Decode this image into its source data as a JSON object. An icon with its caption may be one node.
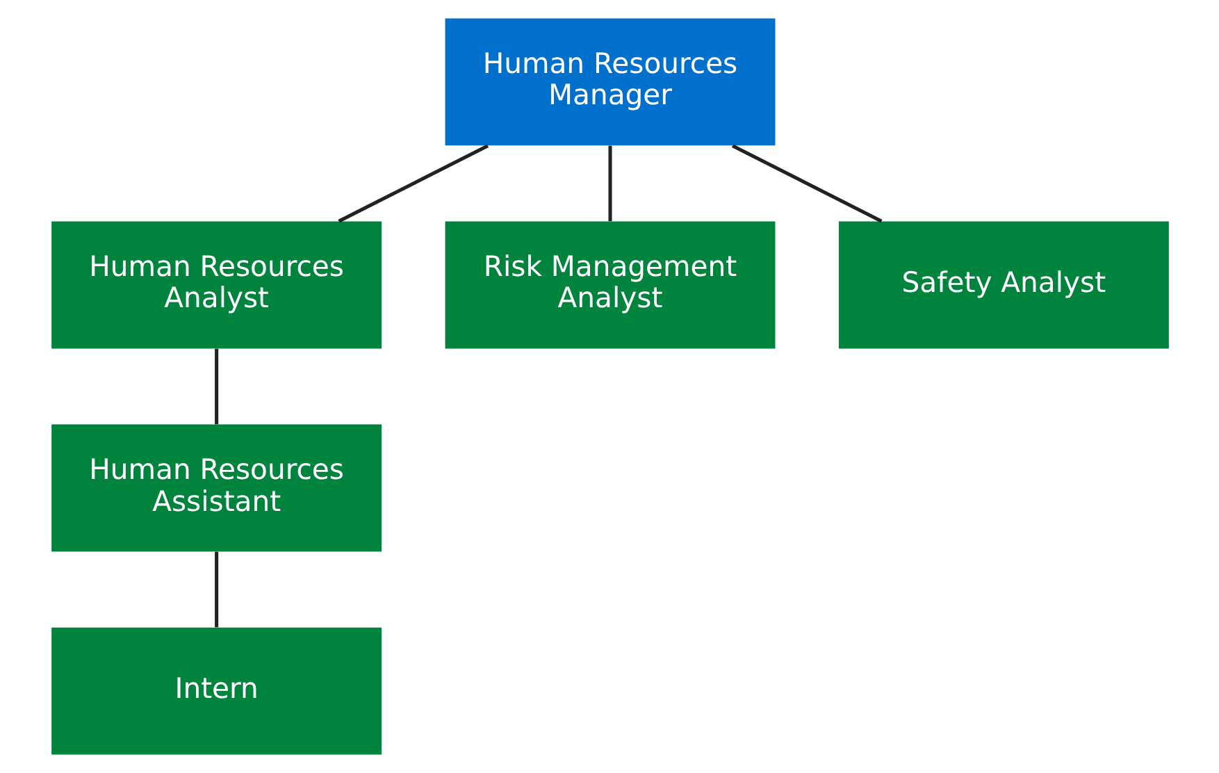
{
  "diagram": {
    "nodes": [
      {
        "text": [
          "Human Resources Manager"
        ]
      },
      {
        "text": [
          "Human Resources Analyst"
        ]
      },
      {
        "text": [
          "Risk Management Analyst"
        ]
      },
      {
        "text": [
          "Safety Analyst"
        ]
      },
      {
        "text": [
          "Human Resources Assistant"
        ]
      },
      {
        "text": [
          "Intern"
        ]
      }
    ],
    "edges": [
      {
        "from": 0,
        "to": 1,
        "arrow": "none"
      },
      {
        "from": 0,
        "to": 2,
        "arrow": "none"
      },
      {
        "from": 0,
        "to": 3,
        "arrow": "none"
      },
      {
        "from": 1,
        "to": 4,
        "arrow": "none"
      },
      {
        "from": 4,
        "to": 5,
        "arrow": "none"
      }
    ]
  }
}
